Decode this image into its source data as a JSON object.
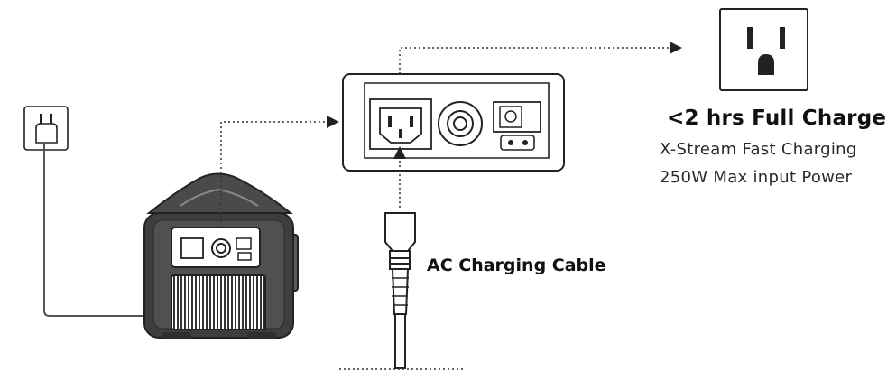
{
  "title": "<2 hrs Full Charge",
  "subtitle_lines": [
    "X-Stream Fast Charging",
    "250W Max input Power"
  ],
  "cable_label": "AC Charging Cable"
}
